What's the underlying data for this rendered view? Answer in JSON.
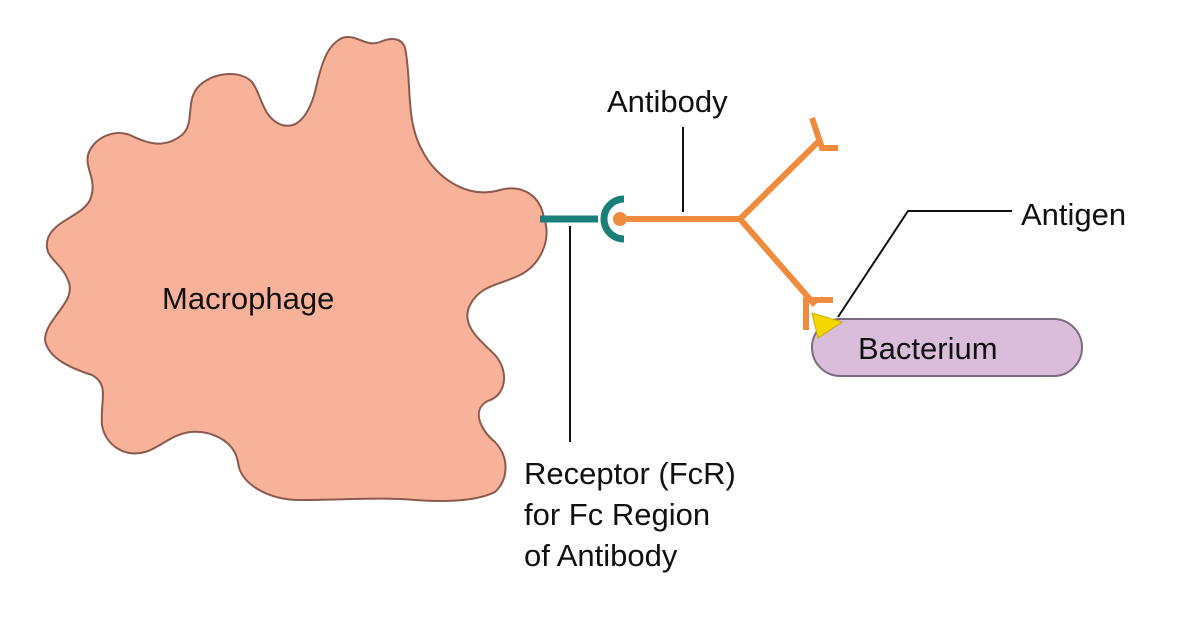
{
  "labels": {
    "macrophage": "Macrophage",
    "antibody": "Antibody",
    "antigen": "Antigen",
    "bacterium": "Bacterium",
    "receptor_lines": [
      "Receptor (FcR)",
      "for Fc Region",
      "of Antibody"
    ]
  },
  "colors": {
    "macrophage_fill": "#F8B29A",
    "macrophage_stroke": "#8B5A4E",
    "receptor": "#1A7F78",
    "antibody": "#F08A3C",
    "antigen": "#F5D700",
    "bacterium_fill": "#D9BDDB",
    "bacterium_stroke": "#7E6A80",
    "leader_line": "#111111"
  }
}
